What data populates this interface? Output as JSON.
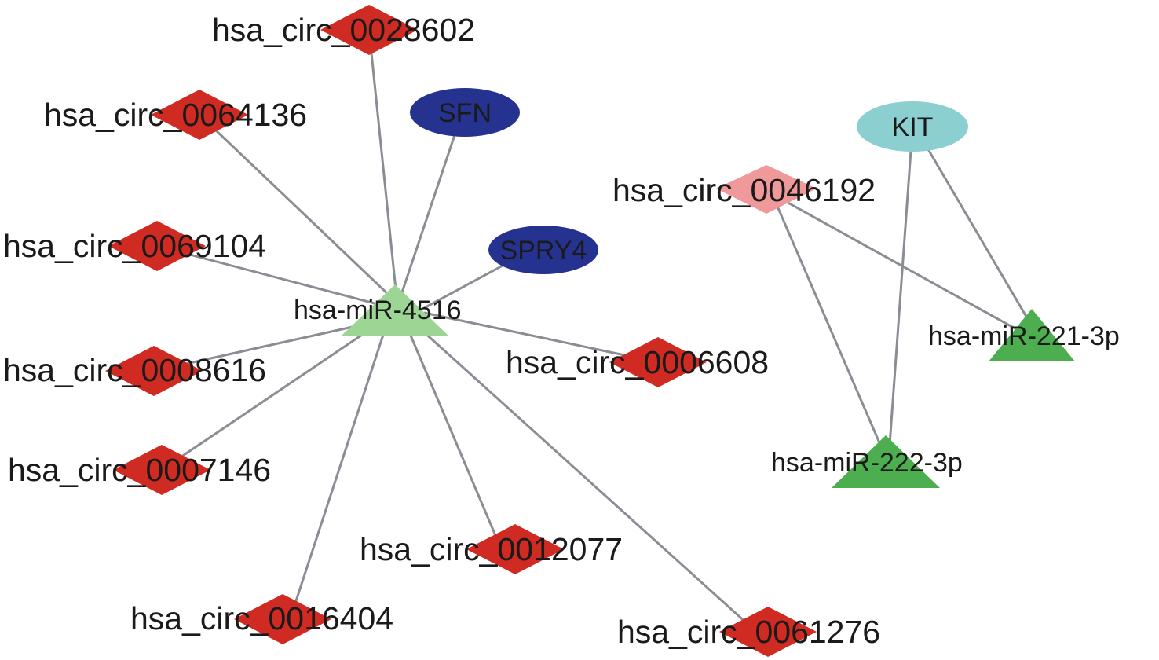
{
  "colors": {
    "edge": "#8a8e94",
    "circ_rna": "#d02b22",
    "circ_rna_highlight": "#f0999a",
    "mirna_main": "#9dd595",
    "mirna_other": "#4cae4f",
    "gene_dark": "#26328f",
    "gene_light": "#8bcfd1"
  },
  "nodes": {
    "hsa_circ_0028602": {
      "label": "hsa_circ_0028602",
      "shape": "diamond"
    },
    "hsa_circ_0064136": {
      "label": "hsa_circ_0064136",
      "shape": "diamond"
    },
    "hsa_circ_0069104": {
      "label": "hsa_circ_0069104",
      "shape": "diamond"
    },
    "hsa_circ_0008616": {
      "label": "hsa_circ_0008616",
      "shape": "diamond"
    },
    "hsa_circ_0007146": {
      "label": "hsa_circ_0007146",
      "shape": "diamond"
    },
    "hsa_circ_0016404": {
      "label": "hsa_circ_0016404",
      "shape": "diamond"
    },
    "hsa_circ_0012077": {
      "label": "hsa_circ_0012077",
      "shape": "diamond"
    },
    "hsa_circ_0061276": {
      "label": "hsa_circ_0061276",
      "shape": "diamond"
    },
    "hsa_circ_0006608": {
      "label": "hsa_circ_0006608",
      "shape": "diamond"
    },
    "hsa_circ_0046192": {
      "label": "hsa_circ_0046192",
      "shape": "diamond"
    },
    "SFN": {
      "label": "SFN",
      "shape": "ellipse"
    },
    "SPRY4": {
      "label": "SPRY4",
      "shape": "ellipse"
    },
    "KIT": {
      "label": "KIT",
      "shape": "ellipse"
    },
    "hsa-miR-4516": {
      "label": "hsa-miR-4516",
      "shape": "triangle"
    },
    "hsa-miR-221-3p": {
      "label": "hsa-miR-221-3p",
      "shape": "triangle"
    },
    "hsa-miR-222-3p": {
      "label": "hsa-miR-222-3p",
      "shape": "triangle"
    }
  },
  "edges": [
    [
      "hsa_circ_0028602",
      "hsa-miR-4516"
    ],
    [
      "hsa_circ_0064136",
      "hsa-miR-4516"
    ],
    [
      "hsa_circ_0069104",
      "hsa-miR-4516"
    ],
    [
      "hsa_circ_0008616",
      "hsa-miR-4516"
    ],
    [
      "hsa_circ_0007146",
      "hsa-miR-4516"
    ],
    [
      "hsa_circ_0016404",
      "hsa-miR-4516"
    ],
    [
      "hsa_circ_0012077",
      "hsa-miR-4516"
    ],
    [
      "hsa_circ_0061276",
      "hsa-miR-4516"
    ],
    [
      "hsa_circ_0006608",
      "hsa-miR-4516"
    ],
    [
      "SFN",
      "hsa-miR-4516"
    ],
    [
      "SPRY4",
      "hsa-miR-4516"
    ],
    [
      "hsa_circ_0046192",
      "hsa-miR-221-3p"
    ],
    [
      "hsa_circ_0046192",
      "hsa-miR-222-3p"
    ],
    [
      "KIT",
      "hsa-miR-221-3p"
    ],
    [
      "KIT",
      "hsa-miR-222-3p"
    ]
  ]
}
